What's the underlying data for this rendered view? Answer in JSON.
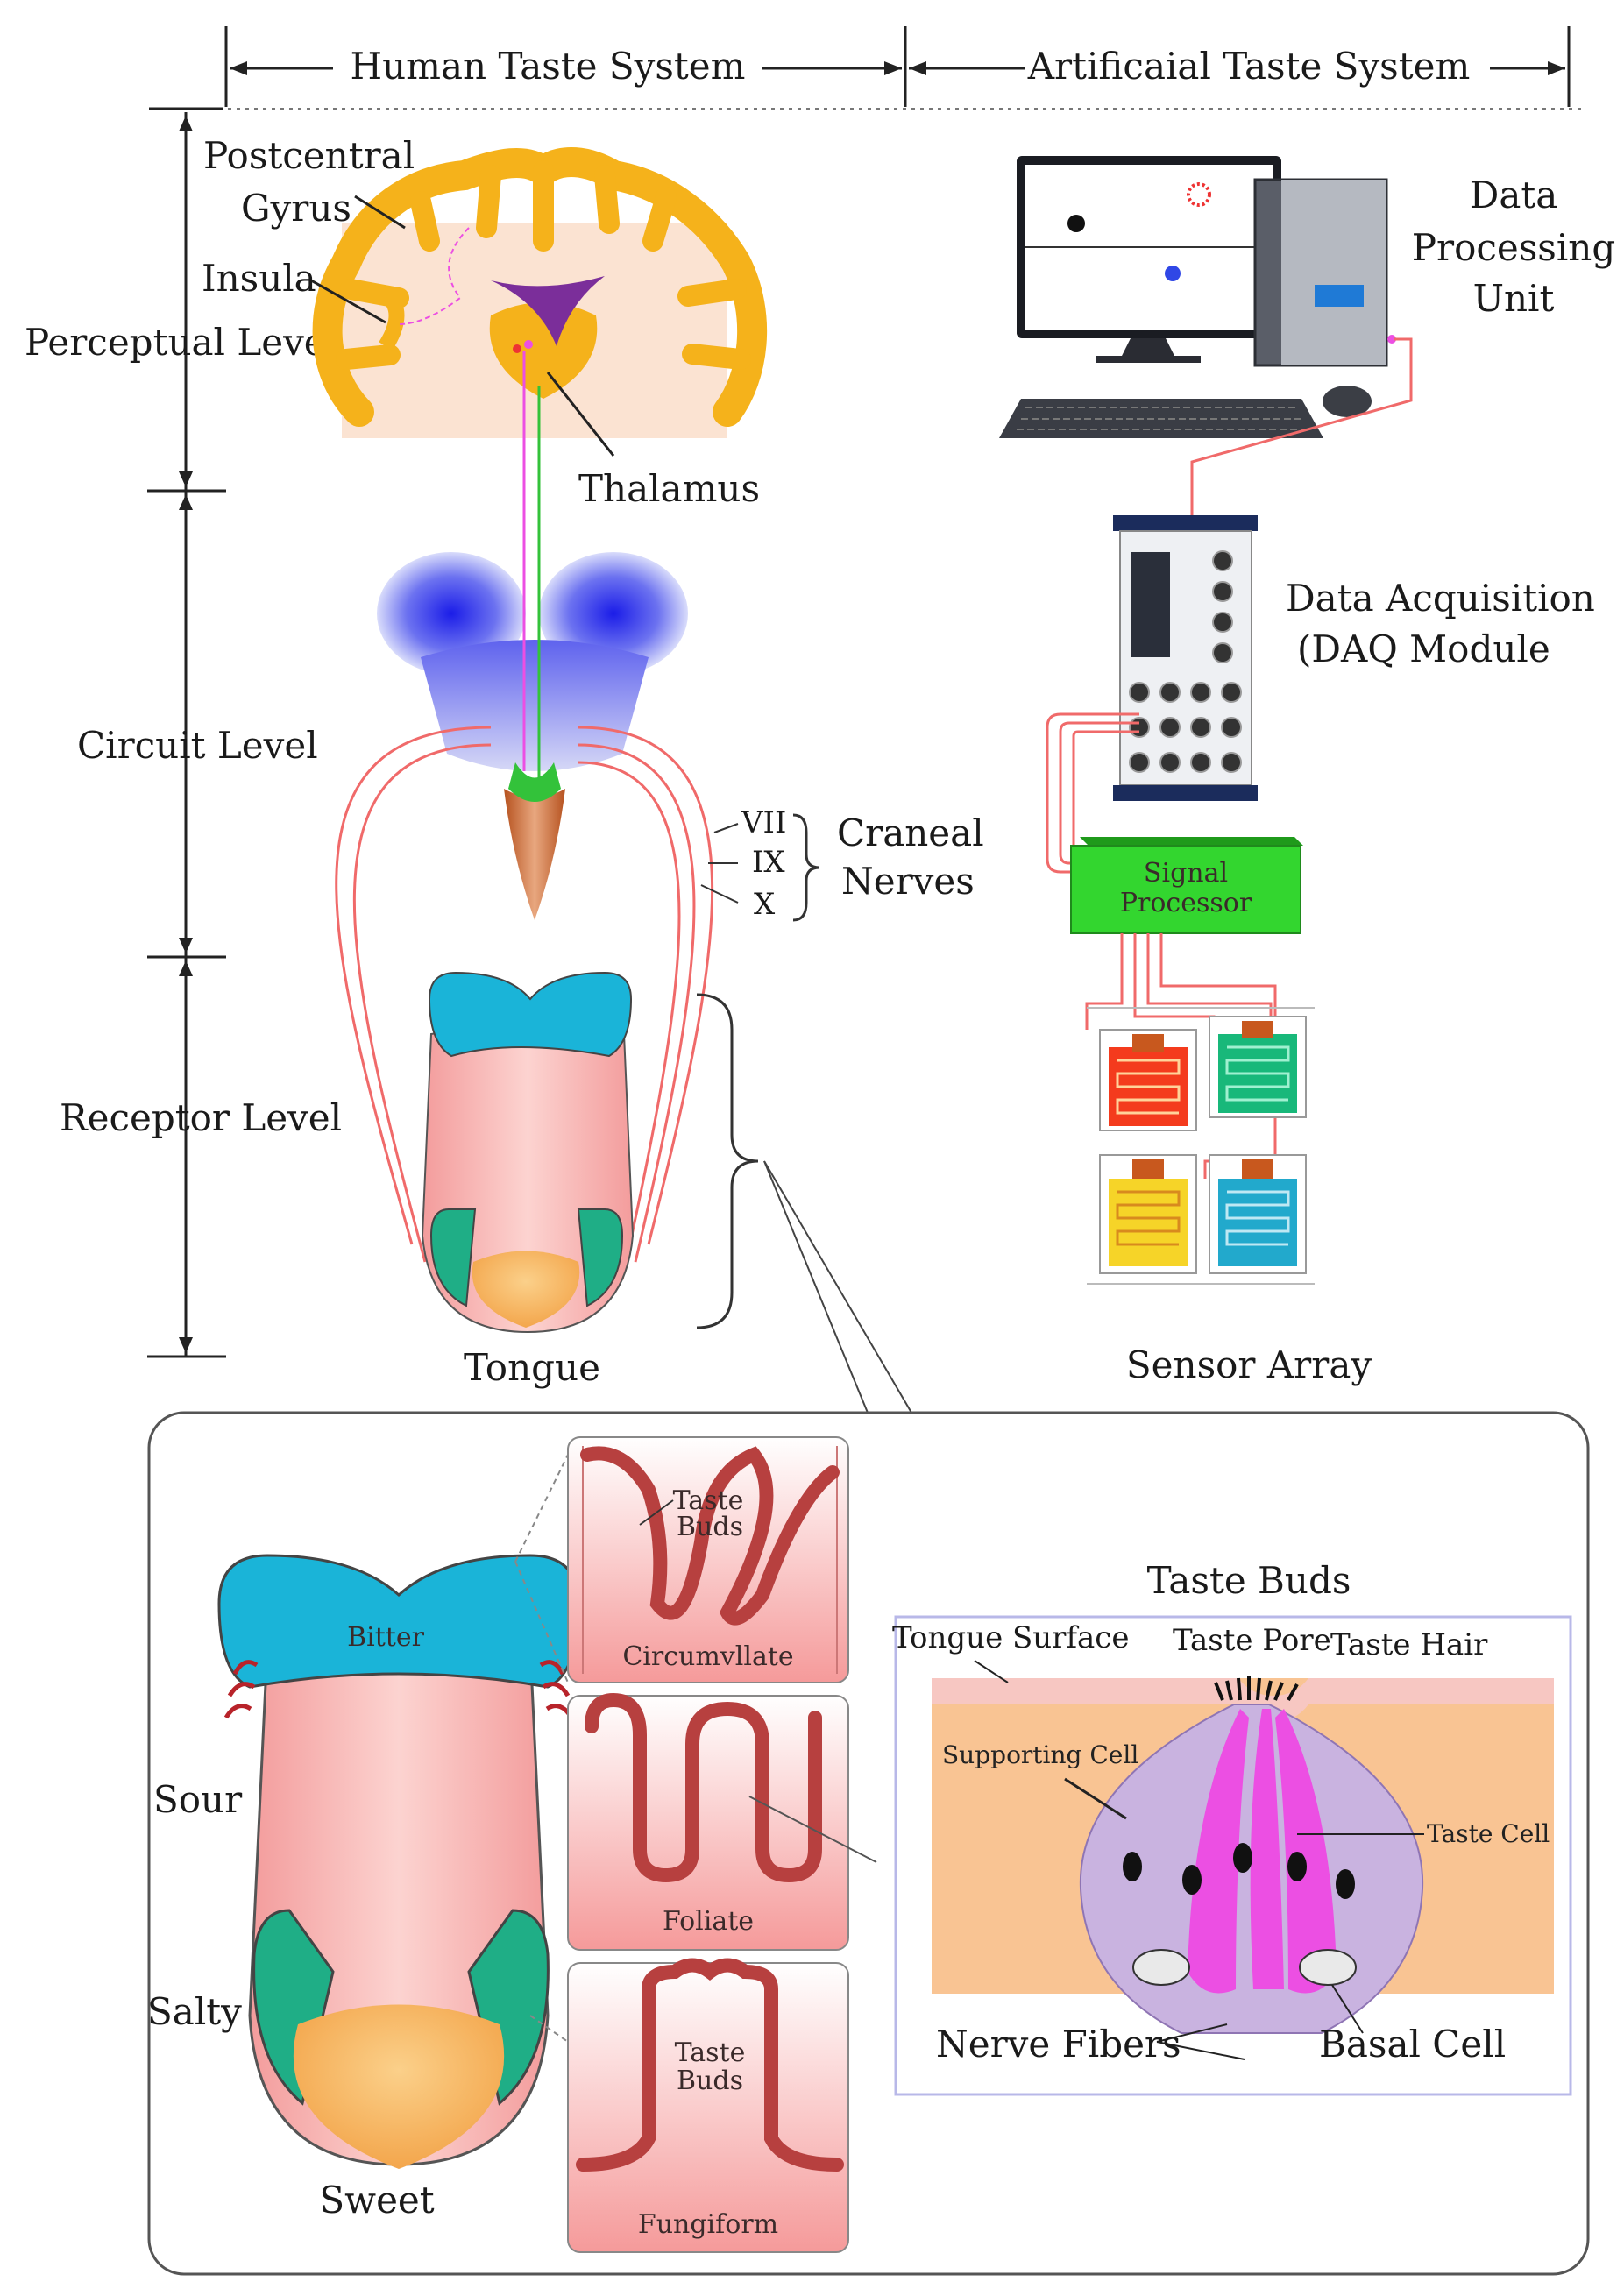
{
  "header": {
    "human": "Human Taste System",
    "artificial": "Artificaial Taste System"
  },
  "levels": {
    "perceptual": "Perceptual  Level",
    "circuit": "Circuit Level",
    "receptor": "Receptor  Level"
  },
  "brain": {
    "postcentral_line1": "Postcentral",
    "postcentral_line2": "Gyrus",
    "insula": "Insula",
    "thalamus": "Thalamus"
  },
  "nerves": {
    "vii": "VII",
    "ix": "IX",
    "x": "X",
    "label_line1": "Craneal",
    "label_line2": "Nerves"
  },
  "tongue_label": "Tongue",
  "artificial": {
    "dpu_line1": "Data",
    "dpu_line2": "Processing",
    "dpu_line3": "Unit",
    "daq_line1": "Data Acquisition",
    "daq_line2": "(DAQ Module",
    "sp_line1": "Signal",
    "sp_line2": "Processor",
    "sensor_array": "Sensor Array"
  },
  "detail": {
    "tastes": {
      "bitter": "Bitter",
      "sour": "Sour",
      "salty": "Salty",
      "sweet": "Sweet"
    },
    "papillae": {
      "circumvallate": "Circumvllate",
      "foliate": "Foliate",
      "fungiform": "Fungiform",
      "taste_buds_line1": "Taste",
      "taste_buds_line2": "Buds"
    },
    "bud": {
      "title": "Taste Buds",
      "tongue_surface": "Tongue Surface",
      "taste_pore": "Taste Pore",
      "taste_hair": "Taste Hair",
      "supporting_cell": "Supporting Cell",
      "taste_cell": "Taste Cell",
      "nerve_fibers": "Nerve Fibers",
      "basal_cell": "Basal Cell"
    }
  },
  "colors": {
    "brain_gold": "#f5b21b",
    "tongue_bitter": "#1ab4d8",
    "tongue_pink": "#f6a7a7",
    "tongue_salty": "#1fae86",
    "tongue_sweet": "#f4b865",
    "taste_cell": "#ec4fe3",
    "signal_processor": "#33d62f"
  }
}
